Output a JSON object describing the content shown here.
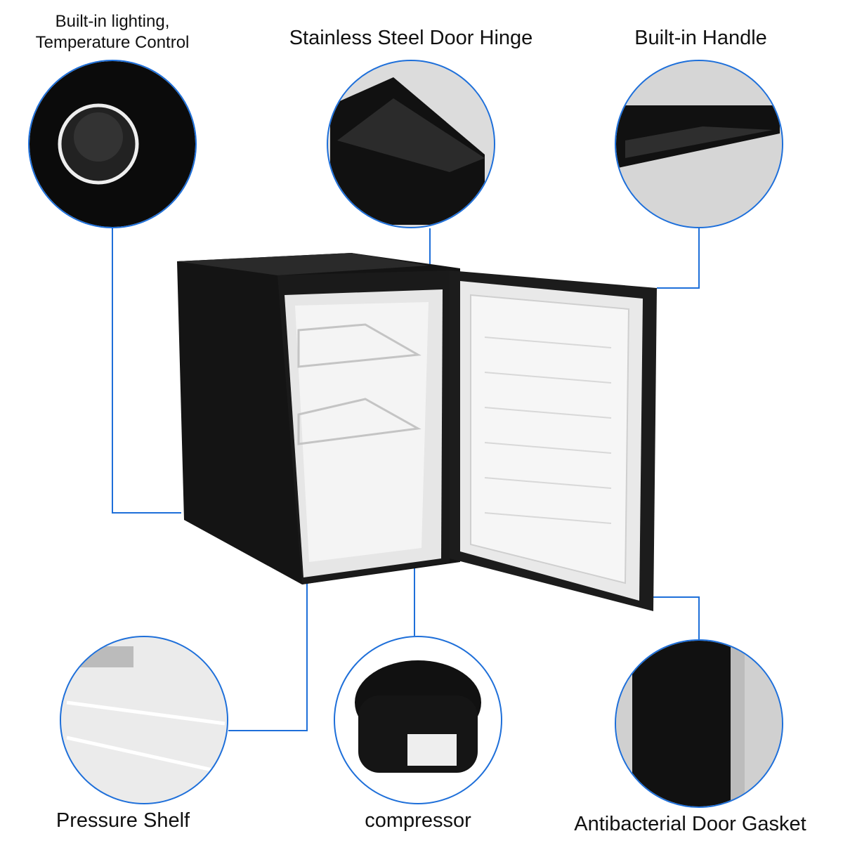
{
  "accent_color": "#1e6fd9",
  "features": {
    "lighting": {
      "line1": "Built-in lighting,",
      "line2": "Temperature Control"
    },
    "hinge": "Stainless Steel Door Hinge",
    "handle": "Built-in Handle",
    "shelf": "Pressure Shelf",
    "compressor": "compressor",
    "gasket": "Antibacterial Door Gasket"
  }
}
